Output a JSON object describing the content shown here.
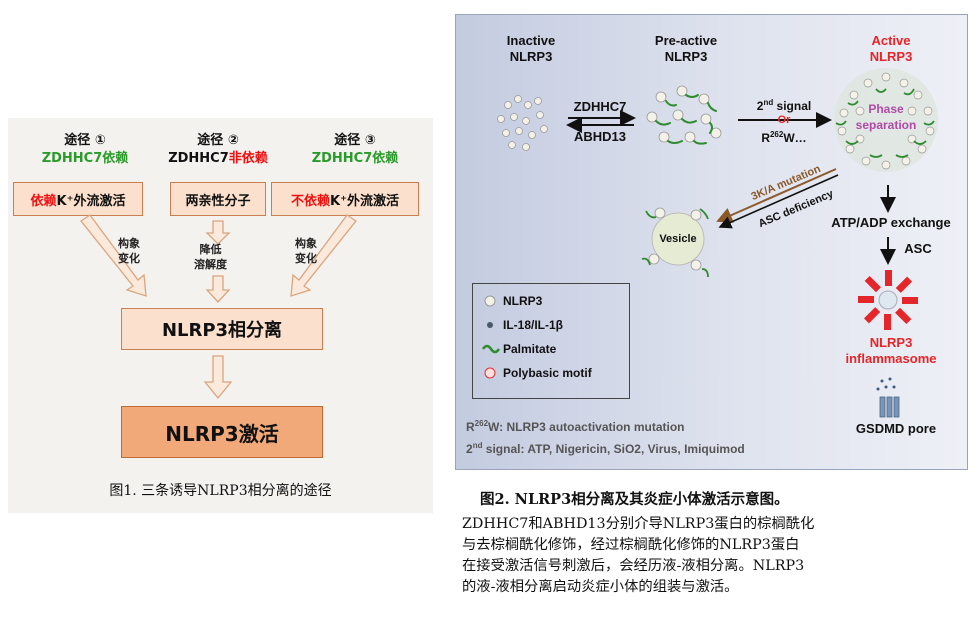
{
  "fig1": {
    "routes": [
      {
        "title": "途径 ①",
        "sub": "ZDHHC7依赖",
        "sub_prefix": "",
        "sub_red": ""
      },
      {
        "title": "途径 ②",
        "sub": "",
        "sub_prefix": "ZDHHC7",
        "sub_red": "非依赖"
      },
      {
        "title": "途径 ③",
        "sub": "ZDHHC7依赖",
        "sub_prefix": "",
        "sub_red": ""
      }
    ],
    "boxes": [
      {
        "red": "依赖",
        "rest": "K⁺外流激活"
      },
      {
        "red": "",
        "rest": "两亲性分子"
      },
      {
        "red": "不依赖",
        "rest": "K⁺外流激活"
      }
    ],
    "notes": {
      "left": "构象\n变化",
      "middle": "降低\n溶解度",
      "right": "构象\n变化"
    },
    "mid_box": "NLRP3相分离",
    "bottom_box": "NLRP3激活",
    "caption": "图1. 三条诱导NLRP3相分离的途径"
  },
  "fig2": {
    "inactive": "Inactive\nNLRP3",
    "preactive": "Pre-active\nNLRP3",
    "active": "Active\nNLRP3",
    "zdhhc7": "ZDHHC7",
    "abhd13": "ABHD13",
    "second_signal": "2nd signal",
    "or": "Or",
    "r262w": "R262W…",
    "phase": "Phase\nseparation",
    "mutation": "3K/A mutation",
    "asc_def": "ASC deficiency",
    "vesicle": "Vesicle",
    "atp": "ATP/ADP exchange",
    "asc": "ASC",
    "inflammasome": "NLRP3\ninflammasome",
    "pore": "GSDMD pore",
    "legend": [
      "NLRP3",
      "IL-18/IL-1β",
      "Palmitate",
      "Polybasic motif"
    ],
    "footnote1": "W: NLRP3 autoactivation mutation",
    "footnote2": " signal: ATP, Nigericin, SiO2, Virus, Imiquimod",
    "colors": {
      "green": "#2e8b2e",
      "red": "#e4262a",
      "brown": "#8b5a2b",
      "purple": "#b04aa8"
    }
  },
  "fig2_caption": "图2. NLRP3相分离及其炎症小体激活示意图。",
  "fig2_desc": [
    "ZDHHC7和ABHD13分别介导NLRP3蛋白的棕榈酰化",
    "与去棕榈酰化修饰，经过棕榈酰化修饰的NLRP3蛋白",
    "在接受激活信号刺激后，会经历液-液相分离。NLRP3",
    "的液-液相分离启动炎症小体的组装与激活。"
  ]
}
